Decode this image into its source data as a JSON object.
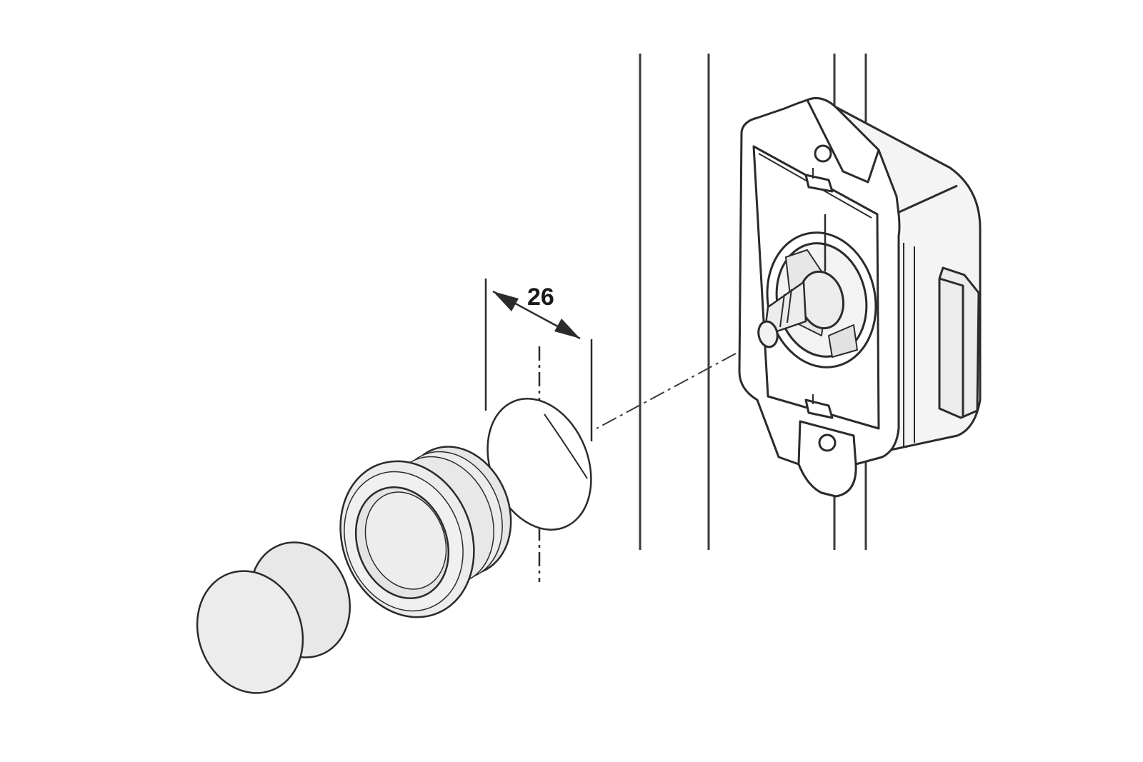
{
  "diagram": {
    "dimension_label": "26",
    "colors": {
      "stroke": "#2b2b2b",
      "part_fill": "#ececec",
      "part_shadow": "#dcdcdc",
      "background": "#ffffff"
    },
    "parts": [
      "push-button-knob",
      "button-housing-sleeve",
      "drilled-hole",
      "cabinet-panel",
      "push-lock-body"
    ]
  }
}
